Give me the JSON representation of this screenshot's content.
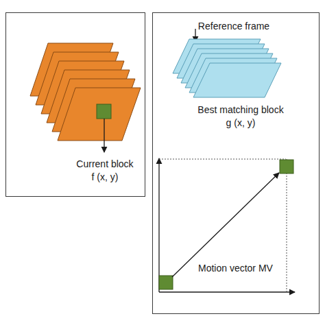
{
  "diagram": {
    "nodes": [
      {
        "text": [
          "Current block",
          "f (x, y)"
        ]
      },
      {
        "text": [
          "Reference frame",
          "Best matching block",
          "g (x, y)",
          "Motion vector MV"
        ]
      }
    ]
  }
}
